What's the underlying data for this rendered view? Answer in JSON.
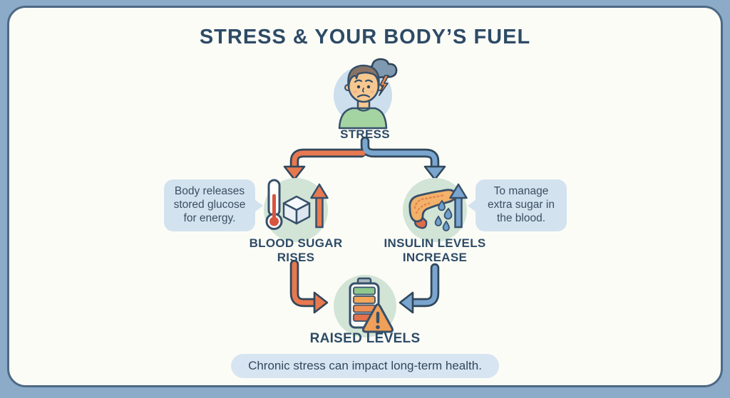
{
  "title": "STRESS & YOUR BODY’S FUEL",
  "diagram": {
    "root": {
      "label": "STRESS",
      "icon": "stressed-person-storm-cloud"
    },
    "branches": [
      {
        "id": "blood-sugar",
        "label": "BLOOD SUGAR\nRISES",
        "callout": "Body releases\nstored glucose\nfor energy.",
        "icon": "thermometer-sugar-cube-rising-arrow",
        "arrow_color": "#e8784f"
      },
      {
        "id": "insulin",
        "label": "INSULIN LEVELS\nINCREASE",
        "callout": "To manage\nextra sugar in\nthe blood.",
        "icon": "pancreas-insulin-drops-rising-arrow",
        "arrow_color": "#7aa5ce"
      }
    ],
    "result": {
      "label": "RAISED LEVELS",
      "icon": "battery-warning"
    },
    "footer_note": "Chronic stress can impact long-term health."
  },
  "colors": {
    "background": "#8cabc9",
    "card": "#fcfcf7",
    "card_border": "#4d6984",
    "heading_text": "#2d4b66",
    "outline": "#37506a",
    "orange_arrow": "#e8784f",
    "blue_arrow": "#7aa5ce",
    "green_circle": "#d2e4d6",
    "blue_circle": "#cddeed",
    "bubble": "#d3e2ef",
    "footer_pill": "#d7e5f2"
  }
}
